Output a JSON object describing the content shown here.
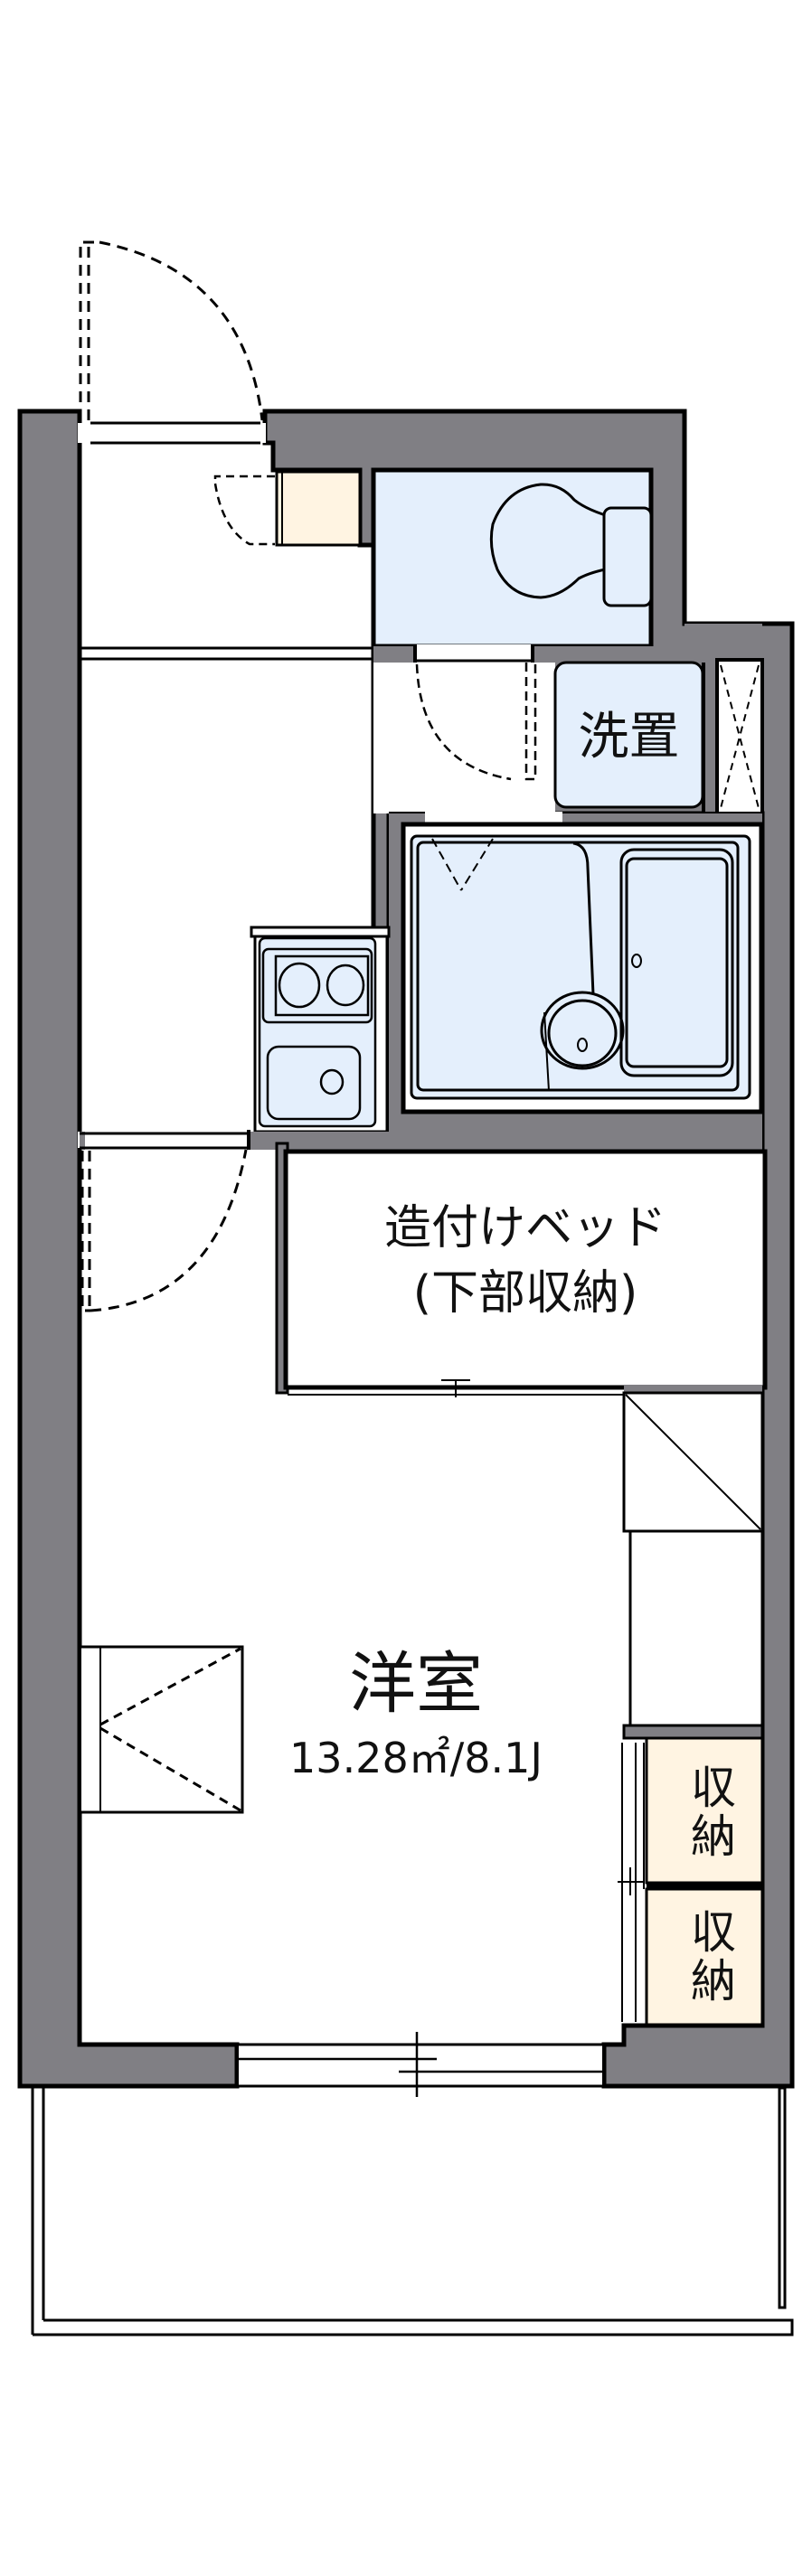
{
  "floor_plan": {
    "colors": {
      "wall": "#807f84",
      "line": "#000000",
      "wet_area": "#e4effc",
      "storage": "#fff4e2",
      "floor": "#ffffff"
    },
    "rooms": {
      "western_room": {
        "name": "洋室",
        "area": "13.28㎡/8.1J"
      },
      "built_in_bed": {
        "line1": "造付けベッド",
        "line2": "(下部収納)"
      },
      "washer_space": {
        "label": "洗置"
      },
      "storage_upper": {
        "label": "収納"
      },
      "storage_lower": {
        "label": "収納"
      }
    },
    "fixtures": [
      "entry-door",
      "shoe-cabinet",
      "toilet",
      "washer-space",
      "pipe-shaft",
      "unit-bath",
      "kitchen-stove-sink",
      "interior-door",
      "built-in-bed",
      "air-conditioner-mark",
      "closet",
      "storage",
      "sliding-window",
      "balcony"
    ]
  }
}
